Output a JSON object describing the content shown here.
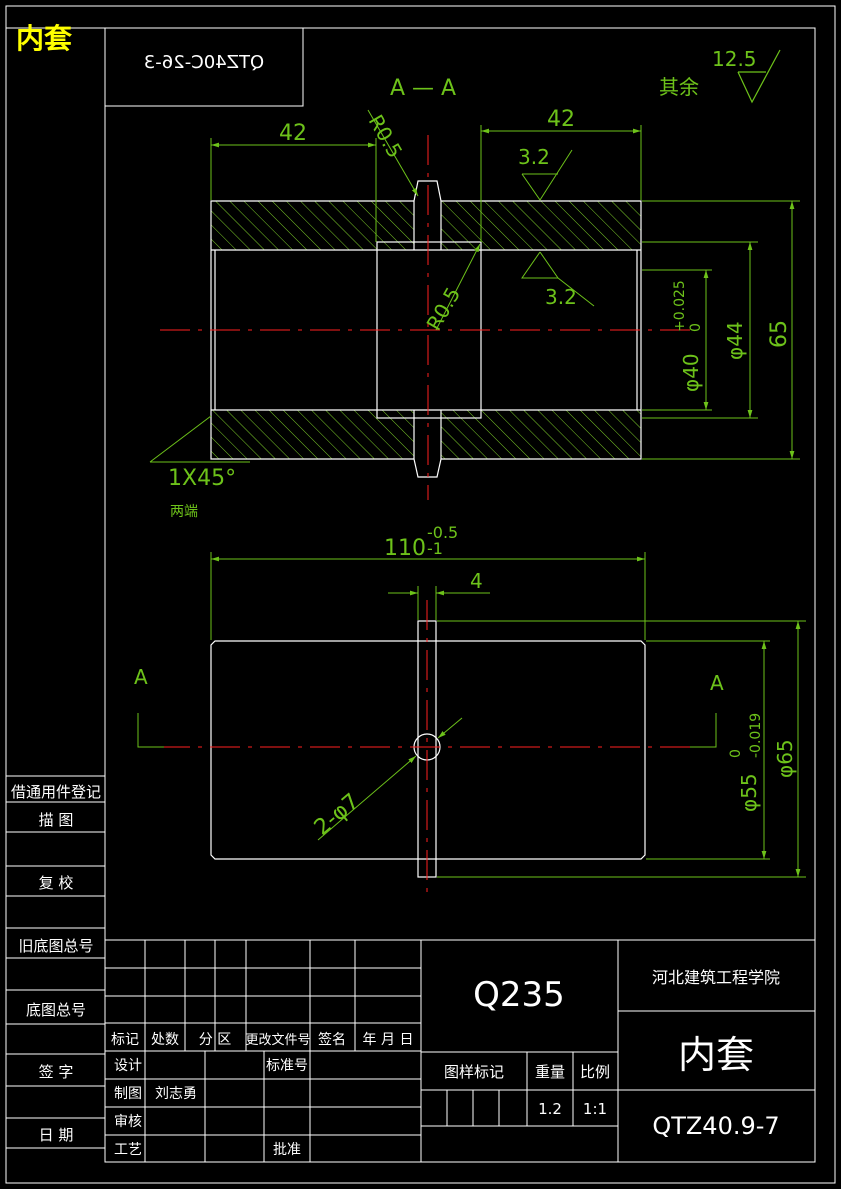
{
  "corner_title": "内套",
  "mirrored_stamp": "QTZ40C-26-3",
  "roughness_other_label": "其余",
  "roughness_other_value": "12.5",
  "section": {
    "title": "A — A",
    "dim_left_length": "42",
    "dim_right_length": "42",
    "radius_top": "R0.5",
    "radius_inner": "R0.5",
    "roughness_top": "3.2",
    "roughness_bottom": "3.2",
    "bore_dia": "φ40",
    "bore_tol_upper": "+0.025",
    "bore_tol_lower": "0",
    "step_dia": "φ44",
    "outer_dia": "65",
    "chamfer": "1X45°",
    "chamfer_note": "两端"
  },
  "view": {
    "length": "110",
    "length_tol_upper": "-0.5",
    "length_tol_lower": "-1",
    "slot_width": "4",
    "hole": "2-φ7",
    "section_mark_left": "A",
    "section_mark_right": "A",
    "outer_dia": "φ55",
    "outer_tol_upper": "0",
    "outer_tol_lower": "-0.019",
    "flange_dia": "φ65"
  },
  "left_strip": {
    "rows": [
      "借通用件登记",
      "描 图",
      "复 校",
      "旧底图总号",
      "底图总号",
      "签 字",
      "日 期"
    ]
  },
  "title_block": {
    "material": "Q235",
    "institute": "河北建筑工程学院",
    "part_name": "内套",
    "drawing_no": "QTZ40.9-7",
    "rev_headers": [
      "标记",
      "处数",
      "分 区",
      "更改文件号",
      "签名",
      "年 月 日"
    ],
    "role_design": "设计",
    "role_std": "标准号",
    "role_draw": "制图",
    "drafter_name": "刘志勇",
    "role_check": "审核",
    "role_process": "工艺",
    "role_approve": "批准",
    "hdr_mark": "图样标记",
    "hdr_weight": "重量",
    "hdr_scale": "比例",
    "weight": "1.2",
    "scale": "1:1"
  },
  "colors": {
    "dim": "#6dc21a",
    "center": "#ff2020",
    "outline": "#ffffff",
    "hatch": "#7ccc2a"
  }
}
